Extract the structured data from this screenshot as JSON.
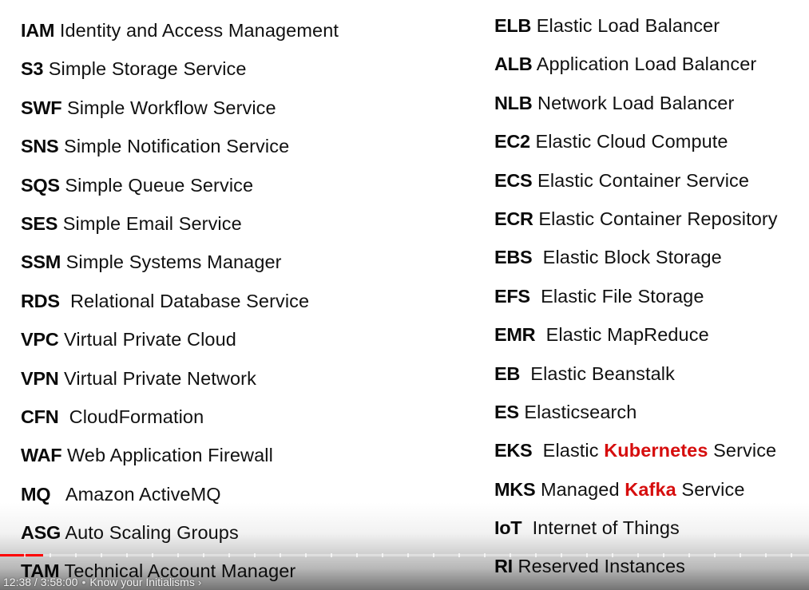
{
  "left_column": [
    {
      "abbr": "IAM",
      "parts": [
        {
          "text": " Identity and Access Management",
          "hl": false
        }
      ]
    },
    {
      "abbr": "S3",
      "parts": [
        {
          "text": " Simple Storage Service",
          "hl": false
        }
      ]
    },
    {
      "abbr": "SWF",
      "parts": [
        {
          "text": " Simple Workflow Service",
          "hl": false
        }
      ]
    },
    {
      "abbr": "SNS",
      "parts": [
        {
          "text": " Simple Notification Service",
          "hl": false
        }
      ]
    },
    {
      "abbr": "SQS",
      "parts": [
        {
          "text": " Simple Queue Service",
          "hl": false
        }
      ]
    },
    {
      "abbr": "SES",
      "parts": [
        {
          "text": " Simple Email Service",
          "hl": false
        }
      ]
    },
    {
      "abbr": "SSM",
      "parts": [
        {
          "text": " Simple Systems Manager",
          "hl": false
        }
      ]
    },
    {
      "abbr": "RDS",
      "parts": [
        {
          "text": "  Relational Database Service",
          "hl": false
        }
      ]
    },
    {
      "abbr": "VPC",
      "parts": [
        {
          "text": " Virtual Private Cloud",
          "hl": false
        }
      ]
    },
    {
      "abbr": "VPN",
      "parts": [
        {
          "text": " Virtual Private Network",
          "hl": false
        }
      ]
    },
    {
      "abbr": "CFN",
      "parts": [
        {
          "text": "  CloudFormation",
          "hl": false
        }
      ]
    },
    {
      "abbr": "WAF",
      "parts": [
        {
          "text": " Web Application Firewall",
          "hl": false
        }
      ]
    },
    {
      "abbr": "MQ",
      "parts": [
        {
          "text": "   Amazon ActiveMQ",
          "hl": false
        }
      ]
    },
    {
      "abbr": "ASG",
      "parts": [
        {
          "text": " Auto Scaling Groups",
          "hl": false
        }
      ]
    },
    {
      "abbr": "TAM",
      "parts": [
        {
          "text": " Technical Account Manager",
          "hl": false
        }
      ]
    }
  ],
  "right_column": [
    {
      "abbr": "ELB",
      "parts": [
        {
          "text": " Elastic Load Balancer",
          "hl": false
        }
      ]
    },
    {
      "abbr": "ALB",
      "parts": [
        {
          "text": " Application Load Balancer",
          "hl": false
        }
      ]
    },
    {
      "abbr": "NLB",
      "parts": [
        {
          "text": " Network Load Balancer",
          "hl": false
        }
      ]
    },
    {
      "abbr": "EC2",
      "parts": [
        {
          "text": " Elastic Cloud Compute",
          "hl": false
        }
      ]
    },
    {
      "abbr": "ECS",
      "parts": [
        {
          "text": " Elastic Container Service",
          "hl": false
        }
      ]
    },
    {
      "abbr": "ECR",
      "parts": [
        {
          "text": " Elastic Container Repository",
          "hl": false
        }
      ]
    },
    {
      "abbr": "EBS",
      "parts": [
        {
          "text": "  Elastic Block Storage",
          "hl": false
        }
      ]
    },
    {
      "abbr": "EFS",
      "parts": [
        {
          "text": "  Elastic File Storage",
          "hl": false
        }
      ]
    },
    {
      "abbr": "EMR",
      "parts": [
        {
          "text": "  Elastic MapReduce",
          "hl": false
        }
      ]
    },
    {
      "abbr": "EB",
      "parts": [
        {
          "text": "  Elastic Beanstalk",
          "hl": false
        }
      ]
    },
    {
      "abbr": "ES",
      "parts": [
        {
          "text": " Elasticsearch",
          "hl": false
        }
      ]
    },
    {
      "abbr": "EKS",
      "parts": [
        {
          "text": "  Elastic ",
          "hl": false
        },
        {
          "text": "Kubernetes",
          "hl": true
        },
        {
          "text": " Service",
          "hl": false
        }
      ]
    },
    {
      "abbr": "MKS",
      "parts": [
        {
          "text": " Managed ",
          "hl": false
        },
        {
          "text": "Kafka",
          "hl": true
        },
        {
          "text": " Service",
          "hl": false
        }
      ]
    },
    {
      "abbr": "IoT",
      "parts": [
        {
          "text": "  Internet of Things",
          "hl": false
        }
      ]
    },
    {
      "abbr": "RI",
      "parts": [
        {
          "text": " Reserved Instances",
          "hl": false
        }
      ]
    }
  ],
  "player": {
    "current_time": "12:38",
    "time_separator": " / ",
    "duration": "3:58:00",
    "bullet": "•",
    "chapter_title": "Know your Initialisms",
    "chevron": "›",
    "progress_fraction": 0.053
  },
  "colors": {
    "text": "#111111",
    "highlight": "#d60d0d",
    "progress": "#ff0000"
  }
}
